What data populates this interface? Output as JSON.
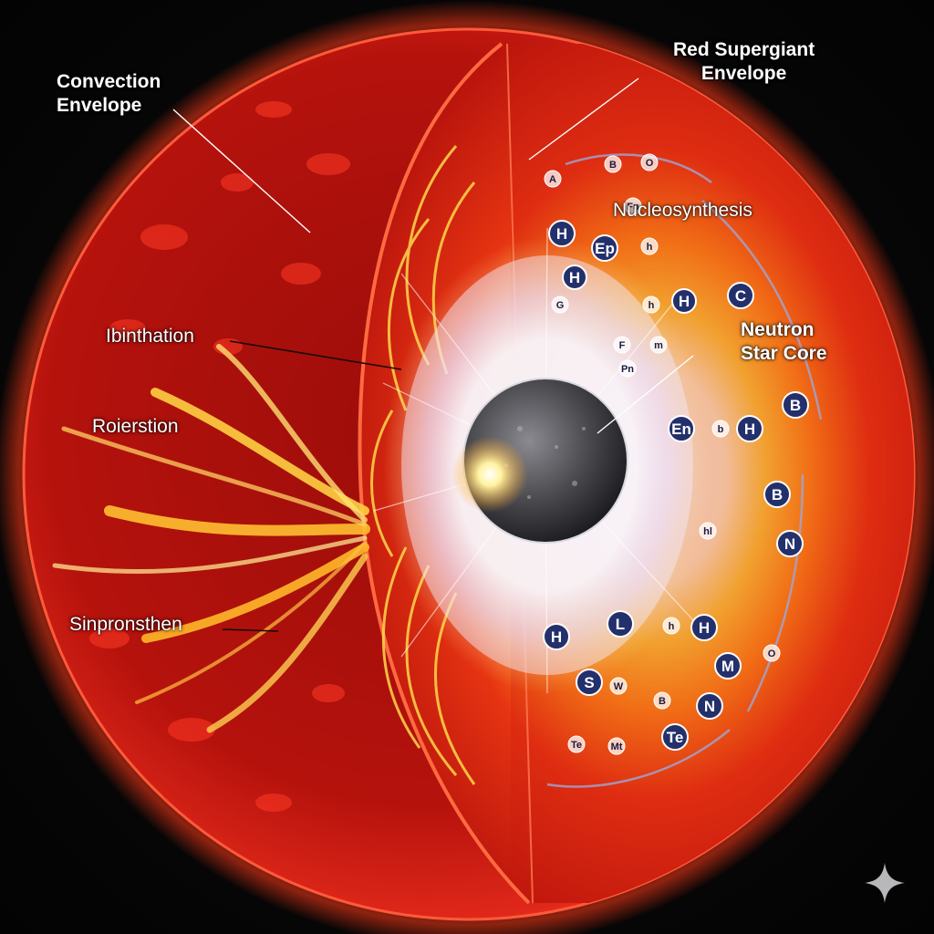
{
  "labels": {
    "convection_envelope": [
      "Convection",
      "Envelope"
    ],
    "red_supergiant_envelope": [
      "Red Supergiant",
      "Envelope"
    ],
    "nucleosynthesis": "Nucleosynthesis",
    "neutron_star_core": [
      "Neutron",
      "Star Core"
    ],
    "ibinthation": "Ibinthation",
    "roierstion": "Roierstion",
    "sinpronsthen": "Sinpronsthen"
  },
  "element_markers": [
    {
      "symbol": "A"
    },
    {
      "symbol": "B"
    },
    {
      "symbol": "O"
    },
    {
      "symbol": "H"
    },
    {
      "symbol": "Fn"
    },
    {
      "symbol": "Ep"
    },
    {
      "symbol": "h"
    },
    {
      "symbol": "H"
    },
    {
      "symbol": "G"
    },
    {
      "symbol": "h"
    },
    {
      "symbol": "H"
    },
    {
      "symbol": "C"
    },
    {
      "symbol": "F"
    },
    {
      "symbol": "Pn"
    },
    {
      "symbol": "m"
    },
    {
      "symbol": "En"
    },
    {
      "symbol": "b"
    },
    {
      "symbol": "H"
    },
    {
      "symbol": "B"
    },
    {
      "symbol": "B"
    },
    {
      "symbol": "hl"
    },
    {
      "symbol": "N"
    },
    {
      "symbol": "H"
    },
    {
      "symbol": "L"
    },
    {
      "symbol": "h"
    },
    {
      "symbol": "H"
    },
    {
      "symbol": "M"
    },
    {
      "symbol": "S"
    },
    {
      "symbol": "W"
    },
    {
      "symbol": "B"
    },
    {
      "symbol": "N"
    },
    {
      "symbol": "Te"
    },
    {
      "symbol": "Mt"
    },
    {
      "symbol": "Te"
    },
    {
      "symbol": "O"
    }
  ],
  "colors": {
    "outer_shell": "#c0160f",
    "inner_glow": "#ffe066",
    "core": "#4a4a4e",
    "marker_fill": "#23306b",
    "marker_ring": "#ffffff",
    "label_text": "#ffffff"
  },
  "icons": {
    "watermark": "sparkle-icon"
  }
}
